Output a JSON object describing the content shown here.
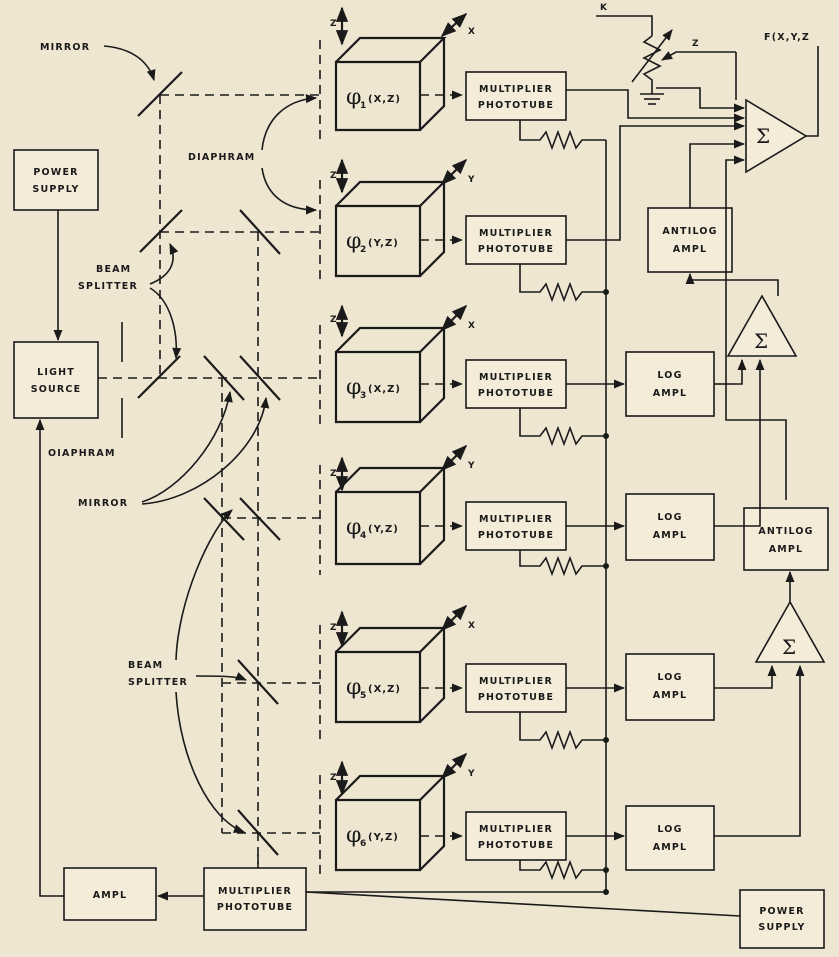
{
  "labels": {
    "mirror_top": "MIRROR",
    "diaphram_top": "DIAPHRAM",
    "power_supply_left": [
      "POWER",
      "SUPPLY"
    ],
    "beam_splitter_top": [
      "BEAM",
      "SPLITTER"
    ],
    "light_source": [
      "LIGHT",
      "SOURCE"
    ],
    "diaphram_left": "OIAPHRAM",
    "mirror_mid": "MIRROR",
    "beam_splitter_bottom": [
      "BEAM",
      "SPLITTER"
    ],
    "ampl_bottom": "AMPL",
    "bottom_pmt": [
      "MULTIPLIER",
      "PHOTOTUBE"
    ],
    "power_supply_right": [
      "POWER",
      "SUPPLY"
    ],
    "k": "K",
    "z_pot": "Z",
    "output": "F(X,Y,Z",
    "sigma": "Σ"
  },
  "channels": [
    {
      "phi_sub": "1",
      "phi_arg": "(X,Z)",
      "motion": "X",
      "pmt": [
        "MULTIPLIER",
        "PHOTOTUBE"
      ],
      "z": "Z"
    },
    {
      "phi_sub": "2",
      "phi_arg": "(Y,Z)",
      "motion": "Y",
      "pmt": [
        "MULTIPLIER",
        "PHOTOTUBE"
      ],
      "z": "Z"
    },
    {
      "phi_sub": "3",
      "phi_arg": "(X,Z)",
      "motion": "X",
      "pmt": [
        "MULTIPLIER",
        "PHOTOTUBE"
      ],
      "z": "Z"
    },
    {
      "phi_sub": "4",
      "phi_arg": "(Y,Z)",
      "motion": "Y",
      "pmt": [
        "MULTIPLIER",
        "PHOTOTUBE"
      ],
      "z": "Z"
    },
    {
      "phi_sub": "5",
      "phi_arg": "(X,Z)",
      "motion": "X",
      "pmt": [
        "MULTIPLIER",
        "PHOTOTUBE"
      ],
      "z": "Z"
    },
    {
      "phi_sub": "6",
      "phi_arg": "(Y,Z)",
      "motion": "Y",
      "pmt": [
        "MULTIPLIER",
        "PHOTOTUBE"
      ],
      "z": "Z"
    }
  ],
  "amps": {
    "antilog_top": [
      "ANTILOG",
      "AMPL"
    ],
    "antilog_bottom": [
      "ANTILOG",
      "AMPL"
    ],
    "log3": [
      "LOG",
      "AMPL"
    ],
    "log4": [
      "LOG",
      "AMPL"
    ],
    "log5": [
      "LOG",
      "AMPL"
    ],
    "log6": [
      "LOG",
      "AMPL"
    ]
  }
}
